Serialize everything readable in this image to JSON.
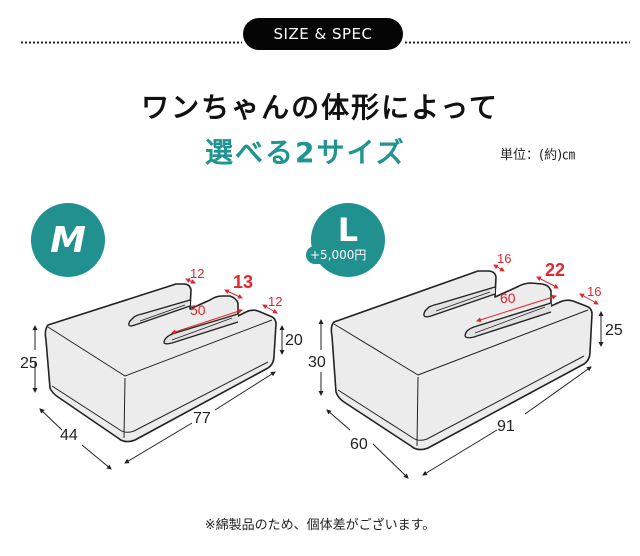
{
  "header": {
    "section_label": "SIZE & SPEC",
    "title_line1": "ワンちゃんの体形によって",
    "title_line2": "選べる2サイズ",
    "unit_label": "単位：(約)㎝"
  },
  "colors": {
    "accent_teal": "#20918f",
    "dimension_red": "#e0262e",
    "pill_black": "#050505"
  },
  "sizes": [
    {
      "label": "M",
      "price_addon": "",
      "dimensions": {
        "length": "77",
        "width": "44",
        "height_back": "25",
        "height_front": "20",
        "slot_length": "50",
        "arm_left_width": "12",
        "arm_middle_width": "13",
        "arm_right_width": "12"
      }
    },
    {
      "label": "L",
      "price_addon": "+5,000円",
      "dimensions": {
        "length": "91",
        "width": "60",
        "height_back": "30",
        "height_front": "25",
        "slot_length": "60",
        "arm_left_width": "16",
        "arm_middle_width": "22",
        "arm_right_width": "16"
      }
    }
  ],
  "footer": {
    "note": "※綿製品のため、個体差がございます。"
  }
}
